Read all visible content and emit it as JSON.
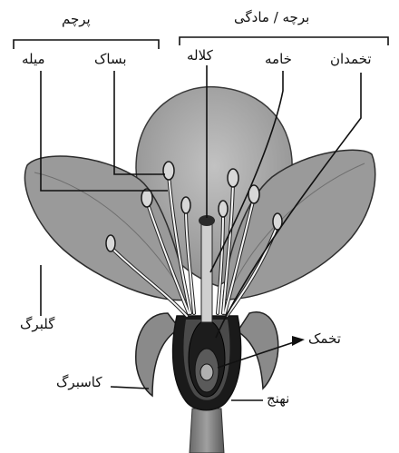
{
  "labels": {
    "stamen_group": "پرچم",
    "pistil_group": "برچه / مادگی",
    "filament": "میله",
    "anther": "بساک",
    "stigma": "کلاله",
    "style": "خامه",
    "ovary": "تخمدان",
    "petal": "گلبرگ",
    "ovule": "تخمک",
    "sepal": "کاسبرگ",
    "receptacle": "نهنج"
  },
  "colors": {
    "background": "#ffffff",
    "petal_fill": "#a9a9a9",
    "petal_edge": "#3a3a3a",
    "ink": "#111111",
    "filament_line": "#f5f5f5"
  }
}
